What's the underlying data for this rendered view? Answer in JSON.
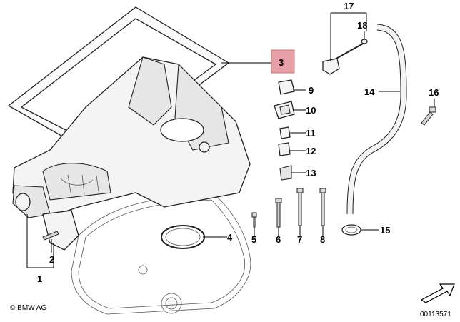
{
  "diagram": {
    "labels": {
      "p1": "1",
      "p2": "2",
      "p3": "3",
      "p4": "4",
      "p5": "5",
      "p6": "6",
      "p7": "7",
      "p8": "8",
      "p9": "9",
      "p10": "10",
      "p11": "11",
      "p12": "12",
      "p13": "13",
      "p14": "14",
      "p15": "15",
      "p16": "16",
      "p17": "17",
      "p18": "18"
    },
    "highlight_color": "#e8a0a8",
    "copyright": "© BMW AG",
    "image_number": "00113571",
    "arrow_icon": "direction-arrow-icon"
  }
}
